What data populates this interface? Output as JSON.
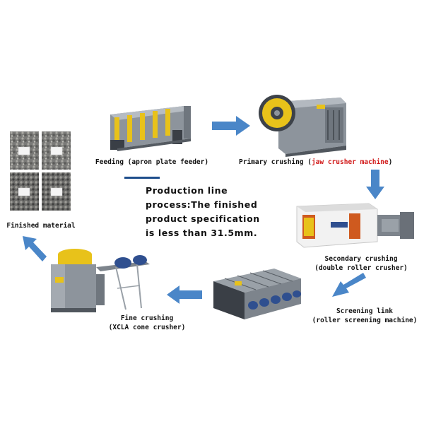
{
  "colors": {
    "arrow": "#4a86c8",
    "accent_rule": "#1f4e8c",
    "machine_grey": "#8d949c",
    "machine_yellow": "#e8c21a",
    "motor_blue": "#2f4f8f",
    "highlight_red": "#d11a1a"
  },
  "steps": {
    "feeding": {
      "label": "Feeding (apron plate feeder)",
      "icon": "apron-plate-feeder-image"
    },
    "primary": {
      "label_prefix": "Primary crushing (",
      "label_highlight": "jaw crusher machine",
      "label_suffix": ")",
      "icon": "jaw-crusher-image"
    },
    "secondary": {
      "line1": "Secondary crushing",
      "line2": "(double roller crusher)",
      "icon": "double-roller-crusher-image"
    },
    "screening": {
      "line1": "Screening link",
      "line2": "(roller screening machine)",
      "icon": "roller-screening-machine-image"
    },
    "fine": {
      "line1": "Fine crushing",
      "line2": "(XCLA cone crusher)",
      "icon": "cone-crusher-image"
    },
    "finished": {
      "label": "Finished material",
      "icon": "finished-material-samples-image"
    }
  },
  "note": {
    "line1": "Production line",
    "line2": "process:The finished",
    "line3": "product specification",
    "line4": "is less than 31.5mm."
  }
}
